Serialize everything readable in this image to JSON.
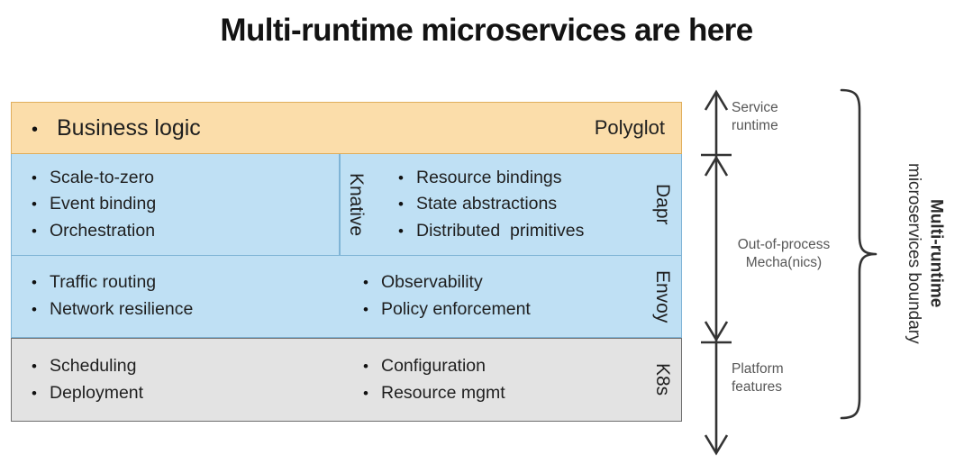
{
  "title": "Multi-runtime microservices are here",
  "layers": [
    {
      "id": "business-logic",
      "kind": "business",
      "color": "#FBDDAA",
      "items": [
        "Business logic"
      ],
      "trailing_note": "Polyglot"
    },
    {
      "id": "knative-dapr",
      "kind": "mecha",
      "color": "#BFE0F4",
      "left": {
        "label": "Knative",
        "items": [
          "Scale-to-zero",
          "Event binding",
          "Orchestration"
        ]
      },
      "right": {
        "label": "Dapr",
        "items": [
          "Resource bindings",
          "State abstractions",
          "Distributed  primitives"
        ]
      }
    },
    {
      "id": "envoy",
      "kind": "mecha",
      "color": "#BFE0F4",
      "left": {
        "label": "",
        "items": [
          "Traffic routing",
          "Network resilience"
        ]
      },
      "right": {
        "label": "Envoy",
        "items": [
          "Observability",
          "Policy enforcement"
        ]
      }
    },
    {
      "id": "k8s",
      "kind": "platform",
      "color": "#E3E3E3",
      "left": {
        "label": "",
        "items": [
          "Scheduling",
          "Deployment"
        ]
      },
      "right": {
        "label": "K8s",
        "items": [
          "Configuration",
          "Resource mgmt"
        ]
      }
    }
  ],
  "segments": [
    {
      "id": "service-runtime",
      "line1": "Service",
      "line2": "runtime"
    },
    {
      "id": "out-of-process-mecha",
      "line1": "Out-of-process",
      "line2": "Mecha(nics)"
    },
    {
      "id": "platform-features",
      "line1": "Platform",
      "line2": "features"
    }
  ],
  "boundary": {
    "line1": "Multi-runtime",
    "line2": "microservices boundary"
  },
  "bullet_glyph": "•",
  "colors": {
    "business_fill": "#FBDDAA",
    "business_border": "#E0AE5C",
    "mecha_fill": "#BFE0F4",
    "mecha_border": "#7FB4D6",
    "platform_fill": "#E3E3E3",
    "platform_border": "#6E6E6E",
    "annotation_text": "#575757",
    "stroke": "#333333"
  }
}
